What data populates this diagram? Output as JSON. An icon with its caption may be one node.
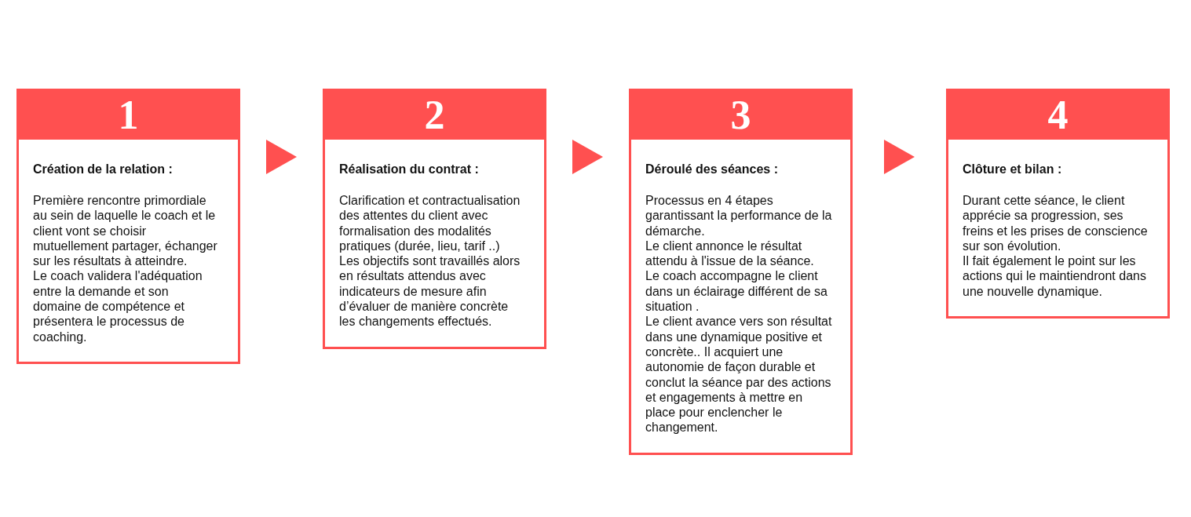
{
  "diagram": {
    "nodes": [
      {
        "text": [
          "1",
          "Création de la relation :",
          "Première rencontre primordiale au sein de laquelle le coach et le client vont se choisir mutuellement partager, échanger sur les résultats à atteindre.",
          "Le coach validera l'adéquation entre la demande et son domaine de compétence et présentera le processus de coaching."
        ]
      },
      {
        "text": [
          "2",
          "Réalisation du contrat :",
          "Clarification et contractualisation des attentes du client avec formalisation des modalités pratiques (durée, lieu, tarif ..)",
          "Les objectifs sont travaillés alors en résultats attendus avec indicateurs de mesure afin d’évaluer de manière concrète les changements effectués."
        ]
      },
      {
        "text": [
          "3",
          "Déroulé des séances :",
          "Processus en 4 étapes garantissant la performance de la démarche.",
          "Le client annonce le résultat attendu à l'issue de la séance.",
          "Le coach accompagne le client dans un éclairage différent de sa situation .",
          "Le client avance vers son résultat dans une dynamique positive et concrète.. Il acquiert une autonomie de façon durable et conclut la séance par des actions et engagements à mettre en place pour enclencher le changement."
        ]
      },
      {
        "text": [
          "4",
          "Clôture et bilan :",
          "Durant cette séance, le client apprécie sa progression, ses freins et les prises de conscience sur son évolution.",
          "Il fait également le point sur les actions qui le maintiendront dans une nouvelle dynamique."
        ]
      }
    ],
    "edges": [
      {
        "from": 0,
        "to": 1,
        "arrow": "to"
      },
      {
        "from": 1,
        "to": 2,
        "arrow": "to"
      },
      {
        "from": 2,
        "to": 3,
        "arrow": "to"
      }
    ]
  }
}
